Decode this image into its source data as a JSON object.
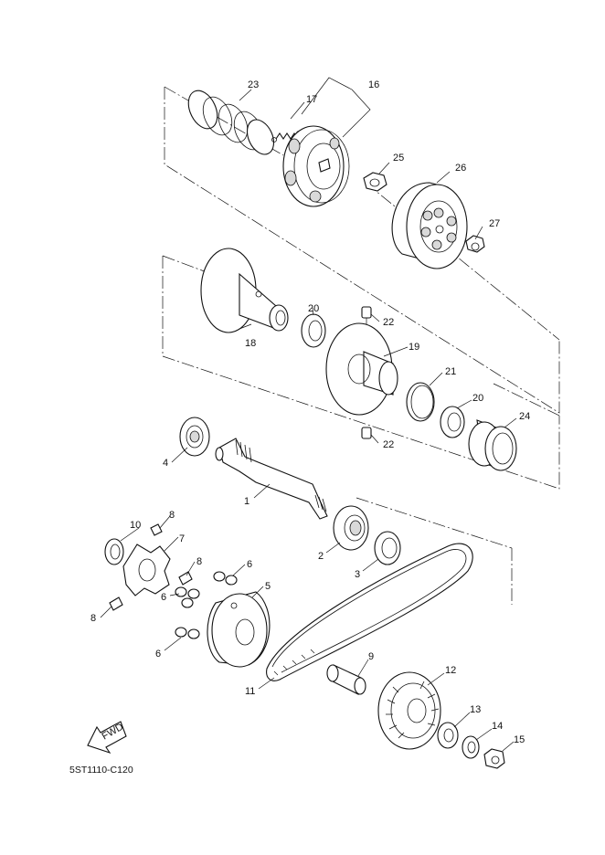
{
  "diagram_code": "5ST1110-C120",
  "fwd_label": "FWD",
  "labels": {
    "p1": "1",
    "p2": "2",
    "p3": "3",
    "p4": "4",
    "p5": "5",
    "p6a": "6",
    "p6b": "6",
    "p6c": "6",
    "p7": "7",
    "p8a": "8",
    "p8b": "8",
    "p8c": "8",
    "p9": "9",
    "p10": "10",
    "p11": "11",
    "p12": "12",
    "p13": "13",
    "p14": "14",
    "p15": "15",
    "p16": "16",
    "p17": "17",
    "p18": "18",
    "p19": "19",
    "p20a": "20",
    "p20b": "20",
    "p21": "21",
    "p22a": "22",
    "p22b": "22",
    "p23": "23",
    "p24": "24",
    "p25": "25",
    "p26": "26",
    "p27": "27"
  },
  "colors": {
    "line": "#111111",
    "background": "#ffffff"
  }
}
